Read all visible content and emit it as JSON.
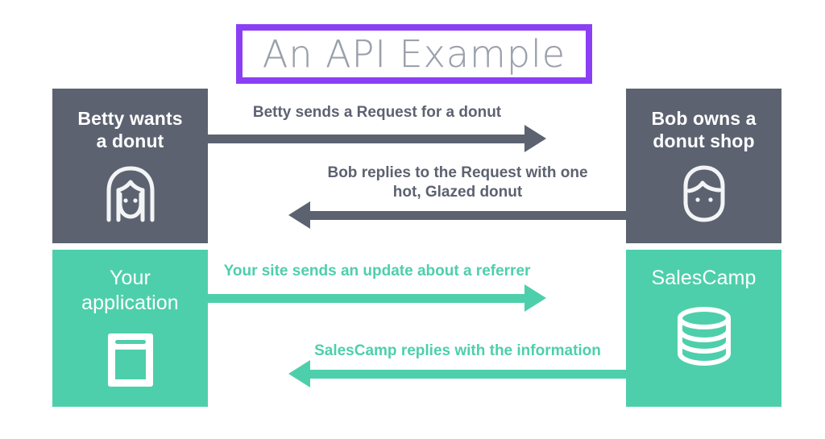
{
  "title": {
    "text": "An API Example",
    "border_color": "#8b3ff5",
    "text_color": "#9aa0ab"
  },
  "colors": {
    "gray": "#5c6270",
    "green": "#4ecfab",
    "purple": "#8b3ff5",
    "background": "#ffffff"
  },
  "nodes": [
    {
      "id": "betty",
      "label": "Betty wants\na donut",
      "icon": "woman-face-icon",
      "color": "#5c6270"
    },
    {
      "id": "bob",
      "label": "Bob owns a\ndonut shop",
      "icon": "man-face-icon",
      "color": "#5c6270"
    },
    {
      "id": "yourapp",
      "label": "Your\napplication",
      "icon": "application-icon",
      "color": "#4ecfab"
    },
    {
      "id": "salescamp",
      "label": "SalesCamp",
      "icon": "database-icon",
      "color": "#4ecfab"
    }
  ],
  "flows": [
    {
      "id": "flow-1",
      "caption": "Betty sends a Request for a donut",
      "direction": "right",
      "color": "#5c6270"
    },
    {
      "id": "flow-2",
      "caption": "Bob replies to the Request with one\nhot, Glazed donut",
      "direction": "left",
      "color": "#5c6270"
    },
    {
      "id": "flow-3",
      "caption": "Your site sends an update about a referrer",
      "direction": "right",
      "color": "#4ecfab"
    },
    {
      "id": "flow-4",
      "caption": "SalesCamp replies with the information",
      "direction": "left",
      "color": "#4ecfab"
    }
  ]
}
